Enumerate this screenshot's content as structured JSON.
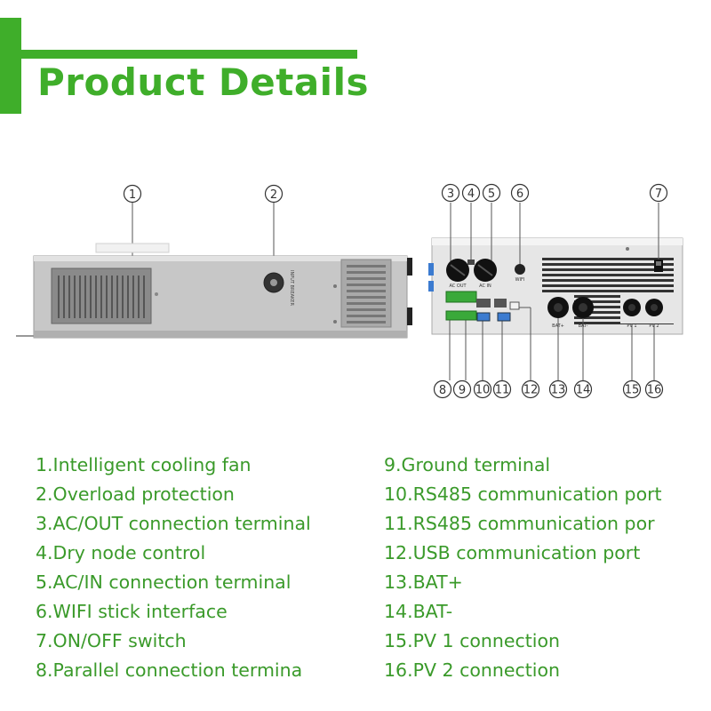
{
  "title": "Product Details",
  "colors": {
    "accent": "#3fae2a",
    "feature_text": "#3a9a2a"
  },
  "callouts": [
    "1",
    "2",
    "3",
    "4",
    "5",
    "6",
    "7",
    "8",
    "9",
    "10",
    "11",
    "12",
    "13",
    "14",
    "15",
    "16"
  ],
  "device_labels": {
    "breaker": "INPUT BREAKER",
    "ac_out": "AC OUT",
    "ac_in": "AC IN",
    "wifi": "WIFI",
    "bat_pos": "BAT+",
    "bat_neg": "BAT-",
    "pv1": "PV 1",
    "pv2": "PV 2"
  },
  "features_left": [
    "1.Intelligent cooling fan",
    "2.Overload protection",
    "3.AC/OUT connection terminal",
    "4.Dry node control",
    "5.AC/IN connection terminal",
    "6.WIFI stick interface",
    "7.ON/OFF switch",
    "8.Parallel connection termina"
  ],
  "features_right": [
    "9.Ground terminal",
    "10.RS485 communication port",
    "11.RS485 communication por",
    "12.USB communication port",
    "13.BAT+",
    "14.BAT-",
    "15.PV 1 connection",
    "16.PV 2 connection"
  ]
}
